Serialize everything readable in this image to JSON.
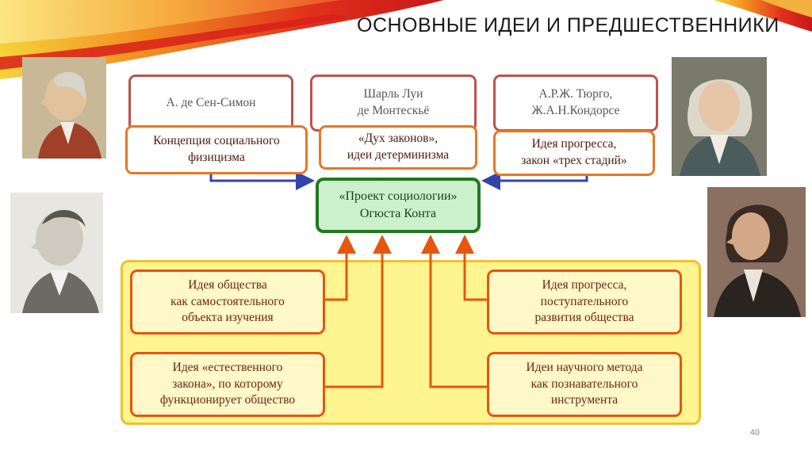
{
  "slide": {
    "title": "ОСНОВНЫЕ ИДЕИ И ПРЕДШЕСТВЕННИКИ",
    "page_number": "40"
  },
  "predecessors": [
    {
      "name_lines": [
        "А. де Сен-Симон"
      ],
      "idea_lines": [
        "Концепция социального",
        "физицизма"
      ]
    },
    {
      "name_lines": [
        "Шарль Луи",
        "де Монтескьё"
      ],
      "idea_lines": [
        "«Дух законов»,",
        "идеи детерминизма"
      ]
    },
    {
      "name_lines": [
        "А.Р.Ж. Тюрго,",
        "Ж.А.Н.Кондорсе"
      ],
      "idea_lines": [
        "Идея прогресса,",
        "закон «трех стадий»"
      ]
    }
  ],
  "center": {
    "lines": [
      "«Проект социологии»",
      "Огюста Конта"
    ]
  },
  "ideas": {
    "left": [
      {
        "lines": [
          "Идея общества",
          "как самостоятельного",
          "объекта изучения"
        ]
      },
      {
        "lines": [
          "Идея «естественного",
          "закона», по которому",
          "функционирует общество"
        ]
      }
    ],
    "right": [
      {
        "lines": [
          "Идея прогресса,",
          "поступательного",
          "развития общества"
        ]
      },
      {
        "lines": [
          "Идеи научного метода",
          "как познавательного",
          "инструмента"
        ]
      }
    ]
  },
  "colors": {
    "person_border": "#c0504d",
    "idea_border": "#e87722",
    "center_border": "#1e7a1e",
    "center_fill": "#ccefcc",
    "panel_fill": "#fff590",
    "arrow_orange": "#e5560f",
    "arrow_blue": "#3344aa"
  }
}
